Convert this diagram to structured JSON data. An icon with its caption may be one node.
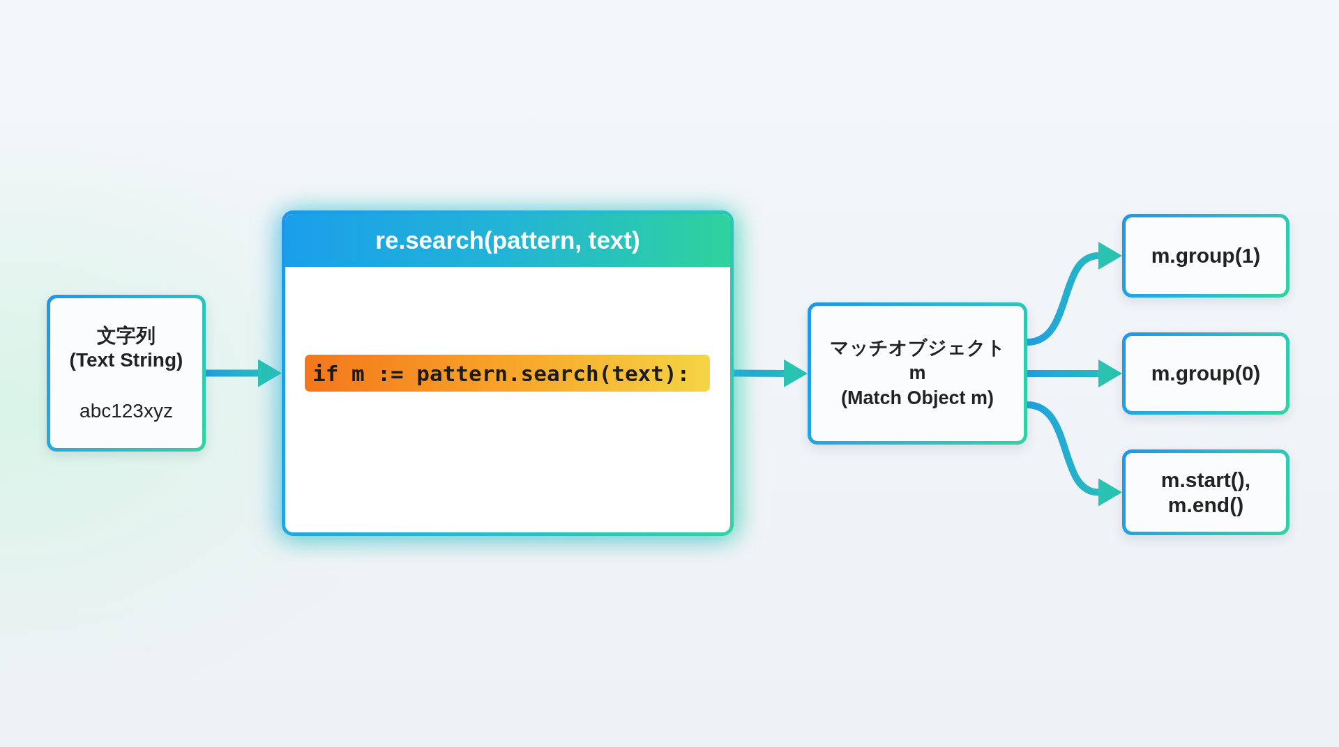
{
  "diagram": {
    "nodes": [
      {
        "text": [
          "文字列 (Text String)",
          "abc123xyz"
        ]
      },
      {
        "text": [
          "re.search(pattern, text)"
        ]
      },
      {
        "text": [
          "if m := pattern.search(text):"
        ],
        "in": 1
      },
      {
        "text": [
          "マッチオブジェクト m (Match Object m)"
        ]
      },
      {
        "text": [
          "m.group(1)"
        ]
      },
      {
        "text": [
          "m.group(0)"
        ]
      },
      {
        "text": [
          "m.start(), m.end()"
        ]
      }
    ],
    "edges": [
      {
        "from": 0,
        "to": 1,
        "arrow": "to"
      },
      {
        "from": 1,
        "to": 3,
        "arrow": "to"
      },
      {
        "from": 3,
        "to": 4,
        "arrow": "to"
      },
      {
        "from": 3,
        "to": 5,
        "arrow": "to"
      },
      {
        "from": 3,
        "to": 6,
        "arrow": "to"
      }
    ]
  }
}
